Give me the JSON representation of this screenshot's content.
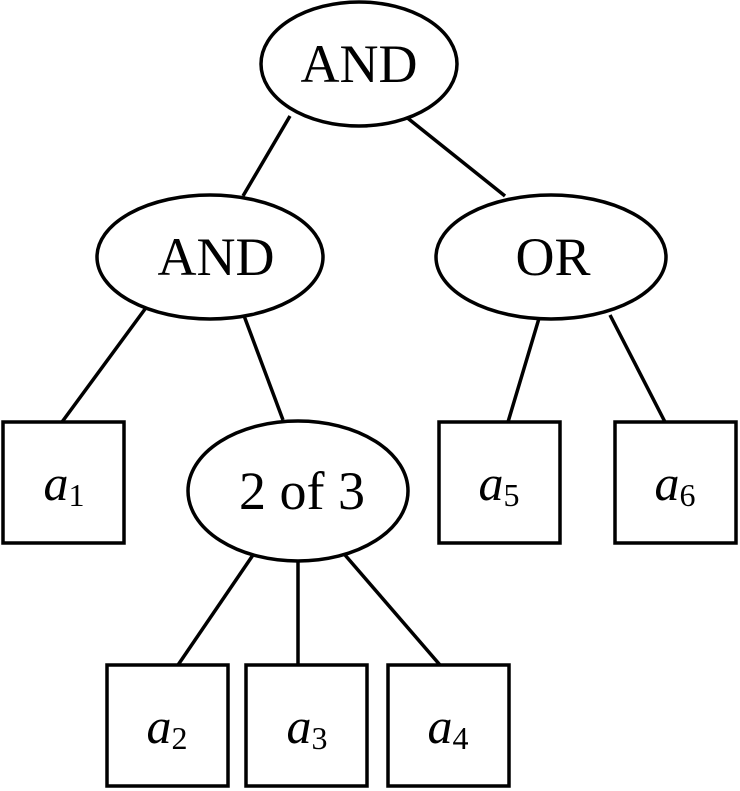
{
  "tree": {
    "root": {
      "label": "AND"
    },
    "left_gate": {
      "label": "AND"
    },
    "right_gate": {
      "label": "OR"
    },
    "threshold_gate": {
      "label": "2 of 3"
    },
    "leaves": [
      {
        "var": "a",
        "sub": "1"
      },
      {
        "var": "a",
        "sub": "2"
      },
      {
        "var": "a",
        "sub": "3"
      },
      {
        "var": "a",
        "sub": "4"
      },
      {
        "var": "a",
        "sub": "5"
      },
      {
        "var": "a",
        "sub": "6"
      }
    ]
  }
}
